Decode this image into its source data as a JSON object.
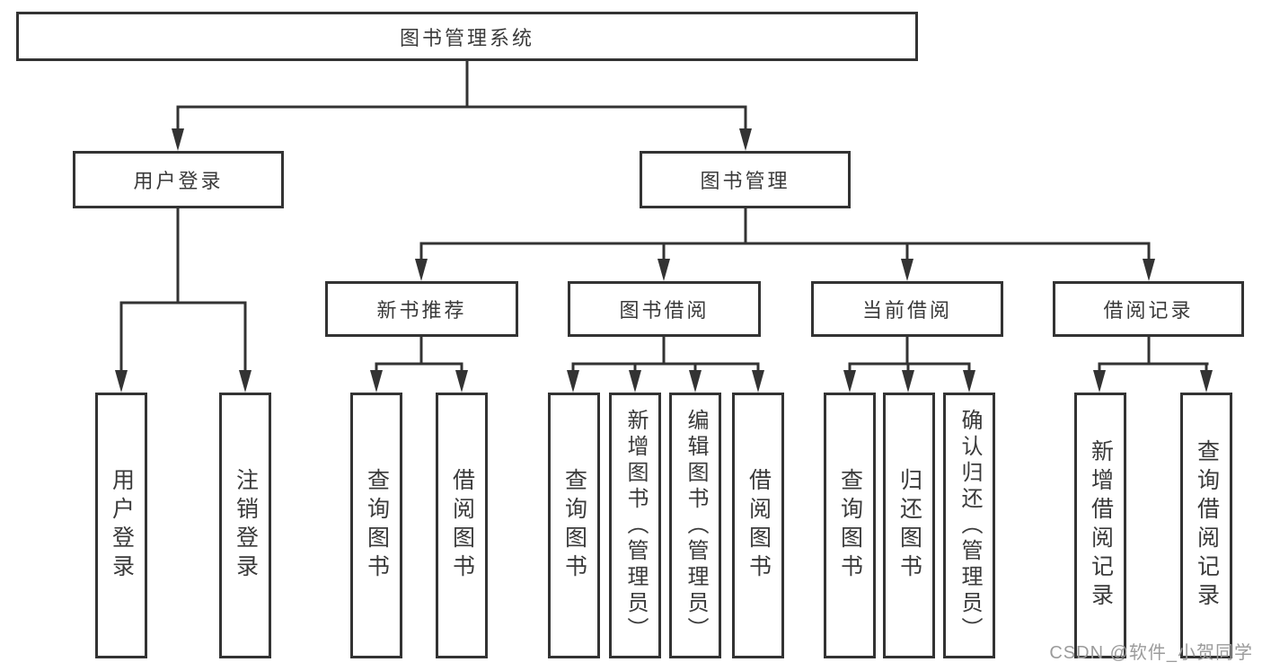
{
  "diagram": {
    "type": "hierarchy-tree",
    "colors": {
      "background": "#ffffff",
      "line": "#333333",
      "box_border": "#333333",
      "box_fill": "#ffffff",
      "text": "#3a3a3a",
      "watermark": "#9b9b9b"
    },
    "tree": {
      "label": "图书管理系统",
      "children": [
        {
          "label": "用户登录",
          "children": [
            {
              "label": "用户登录"
            },
            {
              "label": "注销登录"
            }
          ]
        },
        {
          "label": "图书管理",
          "children": [
            {
              "label": "新书推荐",
              "children": [
                {
                  "label": "查询图书"
                },
                {
                  "label": "借阅图书"
                }
              ]
            },
            {
              "label": "图书借阅",
              "children": [
                {
                  "label": "查询图书"
                },
                {
                  "label": "新增图书（管理员）"
                },
                {
                  "label": "编辑图书（管理员）"
                },
                {
                  "label": "借阅图书"
                }
              ]
            },
            {
              "label": "当前借阅",
              "children": [
                {
                  "label": "查询图书"
                },
                {
                  "label": "归还图书"
                },
                {
                  "label": "确认归还（管理员）"
                }
              ]
            },
            {
              "label": "借阅记录",
              "children": [
                {
                  "label": "新增借阅记录"
                },
                {
                  "label": "查询借阅记录"
                }
              ]
            }
          ]
        }
      ]
    },
    "watermark": "CSDN @软件_小贺同学"
  }
}
